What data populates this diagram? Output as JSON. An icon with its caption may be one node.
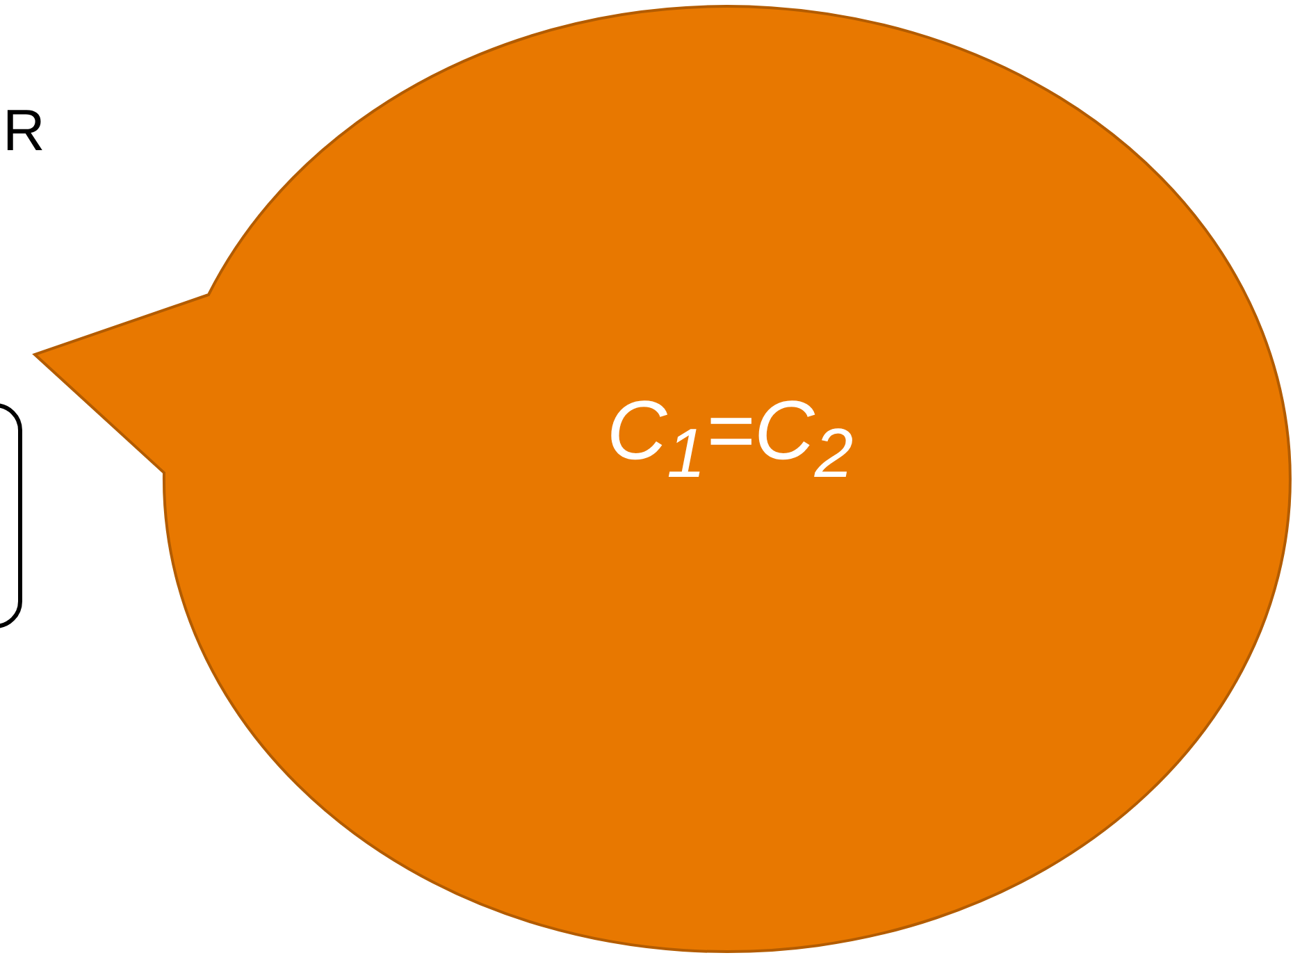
{
  "diagram": {
    "nodes": [
      {
        "text": [],
        "shape": "box"
      },
      {
        "text": [
          "C$_{1}$=C$_{2}$"
        ]
      }
    ],
    "labels": [
      "R"
    ]
  }
}
